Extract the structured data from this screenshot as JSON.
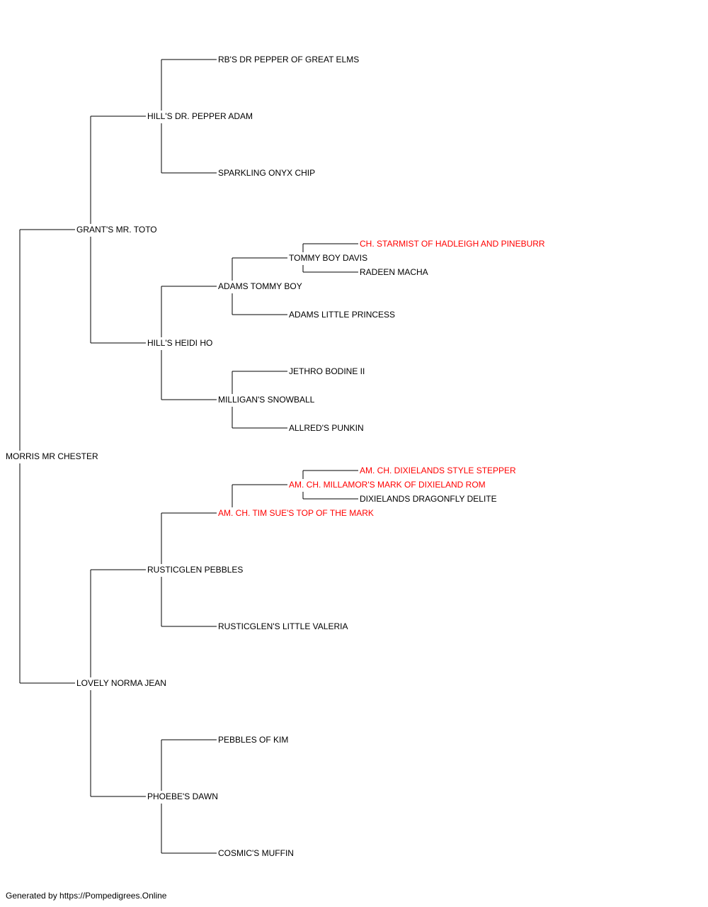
{
  "colors": {
    "line": "#000000",
    "text": "#000000",
    "champion": "#ff0000",
    "background": "#ffffff"
  },
  "pedigree": {
    "subject": {
      "name": "MORRIS MR CHESTER",
      "champion": false,
      "sire": {
        "name": "GRANT'S MR. TOTO",
        "champion": false,
        "sire": {
          "name": "HILL'S DR. PEPPER ADAM",
          "champion": false,
          "sire": {
            "name": "RB'S DR PEPPER OF GREAT ELMS",
            "champion": false
          },
          "dam": {
            "name": "SPARKLING ONYX CHIP",
            "champion": false
          }
        },
        "dam": {
          "name": "HILL'S HEIDI HO",
          "champion": false,
          "sire": {
            "name": "ADAMS TOMMY BOY",
            "champion": false,
            "sire": {
              "name": "TOMMY BOY DAVIS",
              "champion": false,
              "sire": {
                "name": "CH. STARMIST OF HADLEIGH AND PINEBURR",
                "champion": true
              },
              "dam": {
                "name": "RADEEN MACHA",
                "champion": false
              }
            },
            "dam": {
              "name": "ADAMS LITTLE PRINCESS",
              "champion": false
            }
          },
          "dam": {
            "name": "MILLIGAN'S SNOWBALL",
            "champion": false,
            "sire": {
              "name": "JETHRO BODINE II",
              "champion": false
            },
            "dam": {
              "name": "ALLRED'S PUNKIN",
              "champion": false
            }
          }
        }
      },
      "dam": {
        "name": "LOVELY NORMA JEAN",
        "champion": false,
        "sire": {
          "name": "RUSTICGLEN PEBBLES",
          "champion": false,
          "sire": {
            "name": "AM. CH. TIM SUE'S TOP OF THE MARK",
            "champion": true,
            "sire": {
              "name": "AM. CH. MILLAMOR'S MARK OF DIXIELAND ROM",
              "champion": true,
              "sire": {
                "name": "AM. CH. DIXIELANDS STYLE STEPPER",
                "champion": true
              },
              "dam": {
                "name": "DIXIELANDS DRAGONFLY DELITE",
                "champion": false
              }
            }
          },
          "dam": {
            "name": "RUSTICGLEN'S LITTLE VALERIA",
            "champion": false
          }
        },
        "dam": {
          "name": "PHOEBE'S DAWN",
          "champion": false,
          "sire": {
            "name": "PEBBLES OF KIM",
            "champion": false
          },
          "dam": {
            "name": "COSMIC'S MUFFIN",
            "champion": false
          }
        }
      }
    }
  },
  "footer": {
    "text": "Generated by https://Pompedigrees.Online"
  }
}
